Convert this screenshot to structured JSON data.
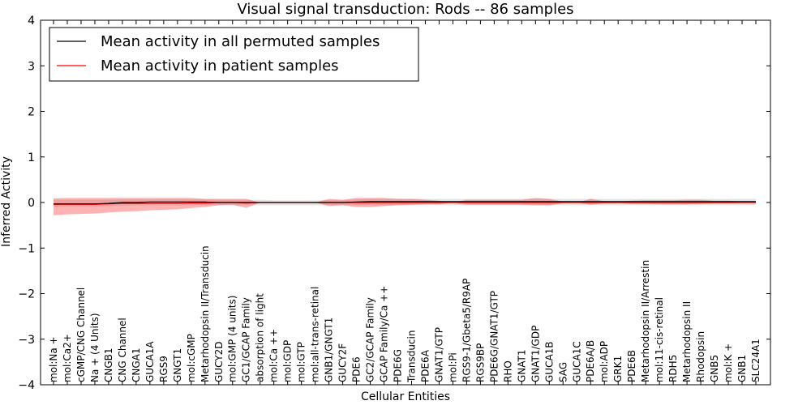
{
  "chart_data": {
    "type": "line",
    "title": "Visual signal transduction: Rods -- 86 samples",
    "xlabel": "Cellular Entities",
    "ylabel": "Inferred Activity",
    "ylim": [
      -4,
      4
    ],
    "yticks": [
      "−4",
      "−3",
      "−2",
      "−1",
      "0",
      "1",
      "2",
      "3",
      "4"
    ],
    "ytick_values": [
      -4,
      -3,
      -2,
      -1,
      0,
      1,
      2,
      3,
      4
    ],
    "grid": false,
    "legend_placement": "top-left",
    "categories": [
      "mol:Na +",
      "mol:Ca2+",
      "cGMP/CNG Channel",
      "Na + (4 Units)",
      "CNGB1",
      "CNG Channel",
      "CNGA1",
      "GUCA1A",
      "RGS9",
      "GNGT1",
      "mol:cGMP",
      "Metarhodopsin II/Transducin",
      "GUCY2D",
      "mol:GMP (4 units)",
      "GC1/GCAP Family",
      "absorption of light",
      "mol:Ca ++",
      "mol:GDP",
      "mol:GTP",
      "mol:all-trans-retinal",
      "GNB1/GNGT1",
      "GUCY2F",
      "PDE6",
      "GC2/GCAP Family",
      "GCAP Family/Ca ++",
      "PDE6G",
      "Transducin",
      "PDE6A",
      "GNAT1/GTP",
      "mol:Pi",
      "RGS9-1/Gbeta5/R9AP",
      "RGS9BP",
      "PDE6G/GNAT1/GTP",
      "RHO",
      "GNAT1",
      "GNAT1/GDP",
      "GUCA1B",
      "SAG",
      "GUCA1C",
      "PDE6A/B",
      "mol:ADP",
      "GRK1",
      "PDE6B",
      "Metarhodopsin II/Arrestin",
      "mol:11-cis-retinal",
      "RDH5",
      "Metarhodopsin II",
      "Rhodopsin",
      "GNB5",
      "mol:K +",
      "GNB1",
      "SLC24A1"
    ],
    "series": [
      {
        "name": "Mean activity in all permuted samples",
        "color": "#000000",
        "values": [
          -0.03,
          -0.03,
          -0.03,
          -0.03,
          -0.02,
          0.0,
          0.0,
          0.01,
          0.01,
          0.01,
          0.01,
          0.01,
          0.0,
          0.0,
          0.0,
          0.0,
          0.0,
          0.0,
          0.0,
          0.0,
          0.0,
          0.0,
          0.01,
          0.02,
          0.02,
          0.02,
          0.02,
          0.02,
          0.02,
          0.02,
          0.02,
          0.02,
          0.02,
          0.02,
          0.02,
          0.02,
          0.02,
          0.02,
          0.02,
          0.02,
          0.02,
          0.02,
          0.02,
          0.02,
          0.02,
          0.02,
          0.02,
          0.02,
          0.02,
          0.02,
          0.02,
          0.02
        ],
        "band_low": [
          -0.09,
          -0.09,
          -0.09,
          -0.09,
          -0.08,
          -0.07,
          -0.06,
          -0.06,
          -0.06,
          -0.06,
          -0.06,
          -0.06,
          -0.06,
          -0.06,
          -0.06,
          -0.06,
          -0.06,
          -0.06,
          -0.06,
          -0.06,
          -0.06,
          -0.06,
          -0.06,
          -0.06,
          -0.06,
          -0.06,
          -0.06,
          -0.06,
          -0.06,
          -0.06,
          -0.06,
          -0.06,
          -0.06,
          -0.06,
          -0.06,
          -0.06,
          -0.06,
          -0.06,
          -0.06,
          -0.06,
          -0.06,
          -0.06,
          -0.06,
          -0.06,
          -0.06,
          -0.06,
          -0.06,
          -0.06,
          -0.06,
          -0.06,
          -0.06,
          -0.06
        ],
        "band_high": [
          0.06,
          0.06,
          0.06,
          0.06,
          0.06,
          0.07,
          0.07,
          0.07,
          0.07,
          0.07,
          0.07,
          0.07,
          0.06,
          0.06,
          0.06,
          0.06,
          0.05,
          0.05,
          0.05,
          0.05,
          0.05,
          0.05,
          0.07,
          0.08,
          0.08,
          0.08,
          0.08,
          0.08,
          0.08,
          0.08,
          0.08,
          0.08,
          0.08,
          0.08,
          0.08,
          0.08,
          0.08,
          0.08,
          0.08,
          0.08,
          0.08,
          0.08,
          0.08,
          0.08,
          0.08,
          0.08,
          0.08,
          0.08,
          0.08,
          0.08,
          0.08,
          0.08
        ]
      },
      {
        "name": "Mean activity in patient samples",
        "color": "#ff0000",
        "values": [
          -0.04,
          -0.04,
          -0.04,
          -0.04,
          -0.03,
          -0.02,
          -0.02,
          -0.02,
          -0.02,
          -0.02,
          -0.01,
          -0.01,
          0.0,
          0.0,
          -0.01,
          0.0,
          0.0,
          0.0,
          0.0,
          0.0,
          0.0,
          0.0,
          0.0,
          0.0,
          0.0,
          0.0,
          0.0,
          0.0,
          0.0,
          0.0,
          0.0,
          0.0,
          0.0,
          0.0,
          0.0,
          0.0,
          0.0,
          0.0,
          0.0,
          0.0,
          0.0,
          0.0,
          0.0,
          0.0,
          0.0,
          0.0,
          0.0,
          0.0,
          0.0,
          0.0,
          0.0,
          0.0
        ],
        "band_low": [
          -0.28,
          -0.26,
          -0.25,
          -0.24,
          -0.22,
          -0.2,
          -0.19,
          -0.17,
          -0.16,
          -0.15,
          -0.12,
          -0.1,
          -0.06,
          -0.05,
          -0.12,
          0.0,
          0.0,
          0.0,
          0.0,
          0.0,
          -0.08,
          -0.06,
          -0.1,
          -0.1,
          -0.08,
          -0.06,
          -0.05,
          -0.04,
          -0.04,
          0.0,
          -0.05,
          -0.05,
          -0.05,
          -0.05,
          -0.05,
          -0.06,
          -0.06,
          -0.01,
          0.0,
          -0.05,
          -0.02,
          -0.01,
          -0.03,
          -0.03,
          -0.04,
          -0.04,
          -0.04,
          -0.03,
          -0.02,
          -0.02,
          -0.01,
          0.0
        ],
        "band_high": [
          0.09,
          0.1,
          0.1,
          0.1,
          0.1,
          0.1,
          0.1,
          0.1,
          0.1,
          0.1,
          0.1,
          0.08,
          0.08,
          0.08,
          0.08,
          0.0,
          0.0,
          0.0,
          0.0,
          0.0,
          0.08,
          0.06,
          0.1,
          0.1,
          0.1,
          0.08,
          0.08,
          0.06,
          0.04,
          0.0,
          0.06,
          0.06,
          0.06,
          0.06,
          0.06,
          0.1,
          0.08,
          0.02,
          0.0,
          0.08,
          0.03,
          0.02,
          0.04,
          0.05,
          0.05,
          0.05,
          0.06,
          0.06,
          0.04,
          0.04,
          0.02,
          0.0
        ]
      }
    ]
  }
}
